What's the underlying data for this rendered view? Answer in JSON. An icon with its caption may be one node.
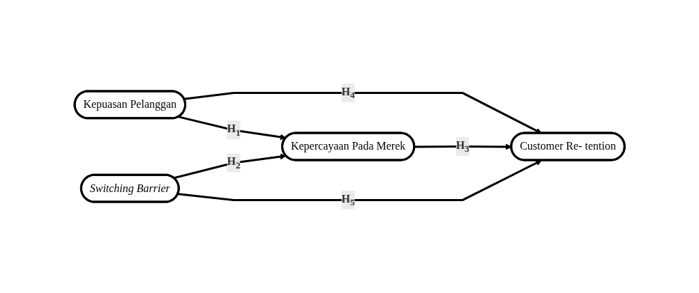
{
  "diagram": {
    "nodes": [
      {
        "text": [
          "Kepuasan Pelanggan"
        ]
      },
      {
        "text": [
          "Kepercayaan Pada Merek"
        ]
      },
      {
        "text": [
          "Customer Re- tention"
        ]
      },
      {
        "text": [
          "*Switching Barrier*"
        ]
      }
    ],
    "edges": [
      {
        "from": 0,
        "to": 2,
        "arrow": "to",
        "label": "H$_{4}$"
      },
      {
        "from": 0,
        "to": 1,
        "arrow": "to",
        "label": "H$_{1}$"
      },
      {
        "from": 1,
        "to": 2,
        "arrow": "to",
        "label": "H$_{3}$"
      },
      {
        "from": 3,
        "to": 1,
        "arrow": "to",
        "label": "H$_{2}$"
      },
      {
        "from": 3,
        "to": 2,
        "arrow": "to",
        "label": "H$_{5}$"
      }
    ]
  }
}
